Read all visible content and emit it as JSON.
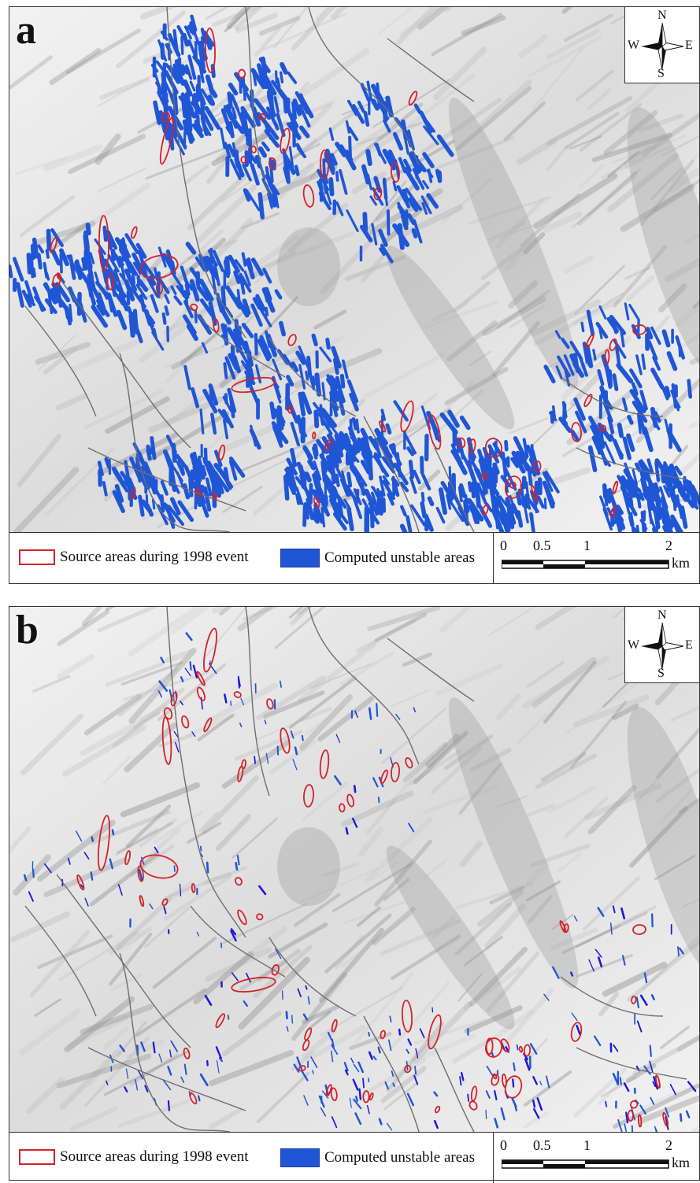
{
  "panels": [
    {
      "letter": "a",
      "compass": {
        "n": "N",
        "s": "S",
        "e": "E",
        "w": "W"
      },
      "legend": {
        "source_label": "Source areas during 1998 event",
        "unstable_label": "Computed unstable areas"
      },
      "scale": {
        "ticks": [
          "0",
          "0.5",
          "1",
          "2"
        ],
        "unit": "km"
      },
      "density": "high"
    },
    {
      "letter": "b",
      "compass": {
        "n": "N",
        "s": "S",
        "e": "E",
        "w": "W"
      },
      "legend": {
        "source_label": "Source areas during 1998 event",
        "unstable_label": "Computed unstable areas"
      },
      "scale": {
        "ticks": [
          "0",
          "0.5",
          "1",
          "2"
        ],
        "unit": "km"
      },
      "density": "low"
    }
  ],
  "colors": {
    "source_outline": "#d4222a",
    "unstable_fill": "#1f56d6",
    "channel_line": "#6e6e6e",
    "hillshade_light": "#f2f2f2",
    "hillshade_dark": "#8c8c8c"
  }
}
